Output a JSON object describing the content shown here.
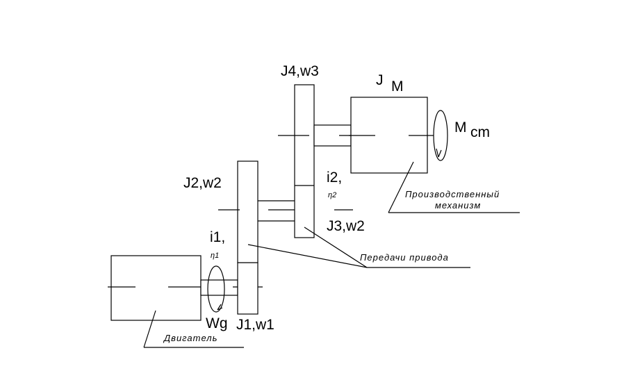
{
  "labels": {
    "j4": "J4,w3",
    "jm_j": "J",
    "jm_sub": "M",
    "mcm_m": "M",
    "mcm_sub": "cm",
    "j2": "J2,w2",
    "i2": "i2,",
    "eta2": "η2",
    "j3": "J3,w2",
    "i1": "i1,",
    "eta1": "η1",
    "wg": "Wg",
    "j1": "J1,w1",
    "prod1": "Производственный",
    "prod2": "механизм",
    "gears": "Передачи привода",
    "motor": "Двигатель"
  },
  "colors": {
    "line": "#000000",
    "background": "#ffffff"
  }
}
